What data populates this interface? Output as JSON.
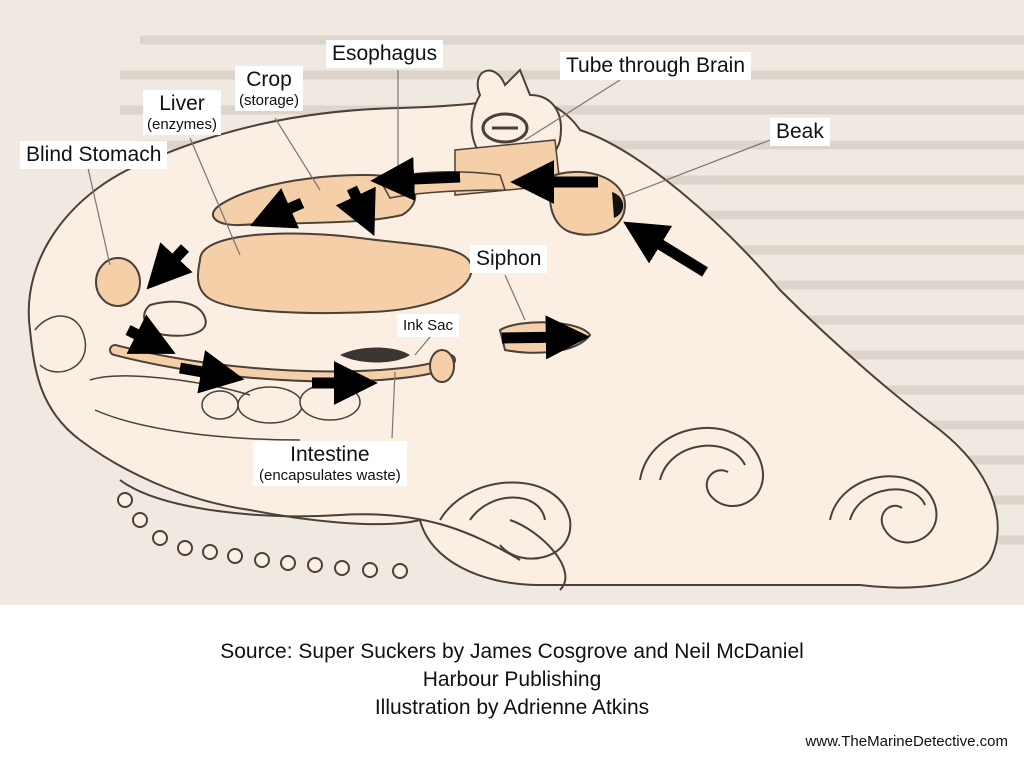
{
  "labels": {
    "esophagus": {
      "main": "Esophagus"
    },
    "tube_through_brain": {
      "main": "Tube through Brain"
    },
    "crop": {
      "main": "Crop",
      "sub": "(storage)"
    },
    "liver": {
      "main": "Liver",
      "sub": "(enzymes)"
    },
    "blind_stomach": {
      "main": "Blind Stomach"
    },
    "beak": {
      "main": "Beak"
    },
    "siphon": {
      "main": "Siphon"
    },
    "ink_sac": {
      "main": "Ink Sac"
    },
    "intestine": {
      "main": "Intestine",
      "sub": "(encapsulates waste)"
    }
  },
  "source_lines": [
    "Source: Super Suckers by James Cosgrove and Neil McDaniel",
    "Harbour Publishing",
    "Illustration by Adrienne Atkins"
  ],
  "credit": "www.TheMarineDetective.com",
  "colors": {
    "background_paper": "#efe9e1",
    "body_fill": "#fbeee2",
    "organ_fill": "#f5cfa8",
    "outline": "#4a4038",
    "arrow": "#000000"
  }
}
